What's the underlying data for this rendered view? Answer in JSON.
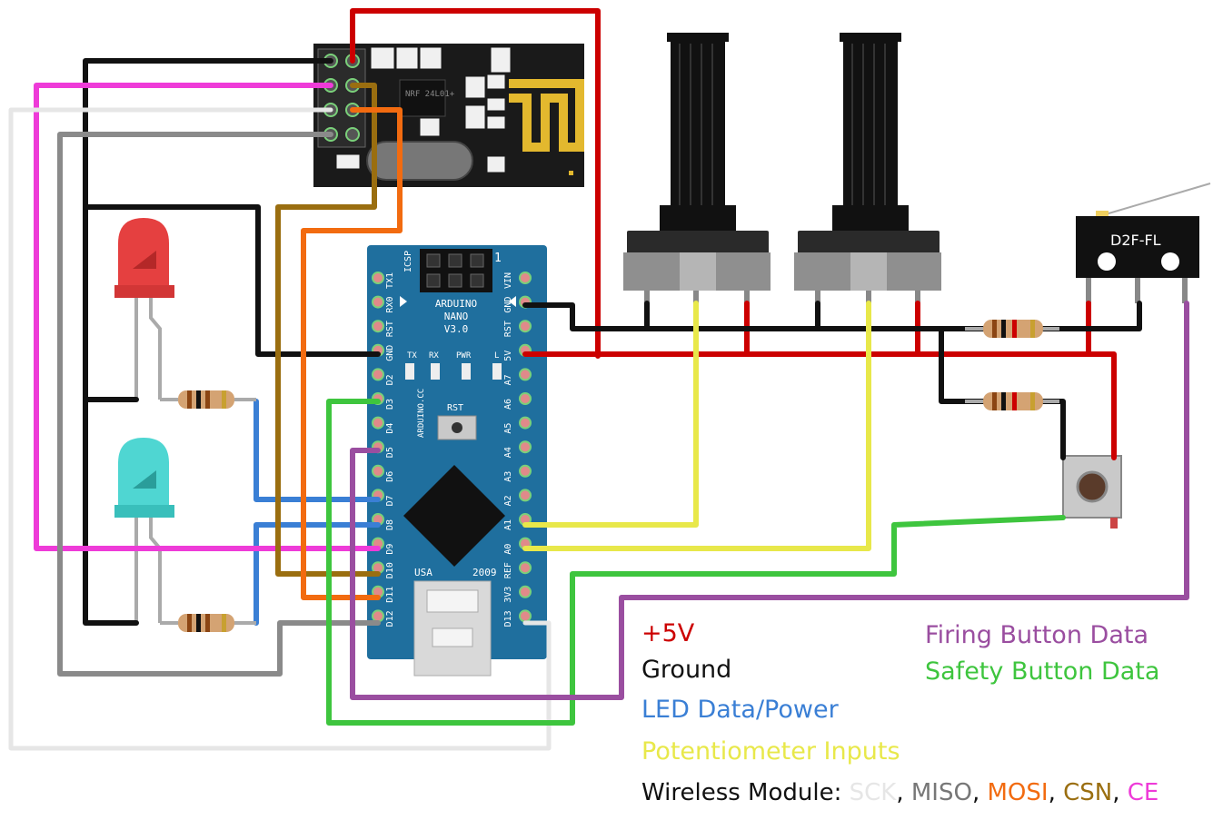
{
  "nano": {
    "title": "ARDUINO",
    "subtitle": "NANO",
    "version": "V3.0",
    "icsp": "ICSP",
    "icsp_pin": "1",
    "site": "ARDUINO.CC",
    "usa": "USA",
    "year": "2009",
    "rst_button": "RST",
    "leds": [
      "TX",
      "RX",
      "PWR",
      "L"
    ],
    "left_pins": [
      "TX1",
      "RX0",
      "RST",
      "GND",
      "D2",
      "D3",
      "D4",
      "D5",
      "D6",
      "D7",
      "D8",
      "D9",
      "D10",
      "D11",
      "D12"
    ],
    "right_pins": [
      "VIN",
      "GND",
      "RST",
      "5V",
      "A7",
      "A6",
      "A5",
      "A4",
      "A3",
      "A2",
      "A1",
      "A0",
      "REF",
      "3V3",
      "D13"
    ]
  },
  "nrf_module": {
    "chip_label": "NRF 24L01+"
  },
  "microswitch": {
    "label": "D2F-FL"
  },
  "legend": {
    "plus5v": "+5V",
    "ground": "Ground",
    "led": "LED Data/Power",
    "pot": "Potentiometer Inputs",
    "wireless_prefix": "Wireless Module: ",
    "sck": "SCK",
    "miso": "MISO",
    "mosi": "MOSI",
    "csn": "CSN",
    "ce": "CE",
    "sep": ", ",
    "firing": "Firing Button Data",
    "safety": "Safety Button Data"
  },
  "colors": {
    "plus5v": "#cc0000",
    "ground": "#111111",
    "led": "#3a7fd5",
    "pot": "#e8e84a",
    "sck": "#e6e6e6",
    "miso": "#8a8a8a",
    "mosi": "#f26b10",
    "csn": "#9a6e10",
    "ce": "#ee3bd8",
    "firing": "#9a4ea0",
    "safety": "#3ec53e",
    "board": "#1f6f9e"
  }
}
